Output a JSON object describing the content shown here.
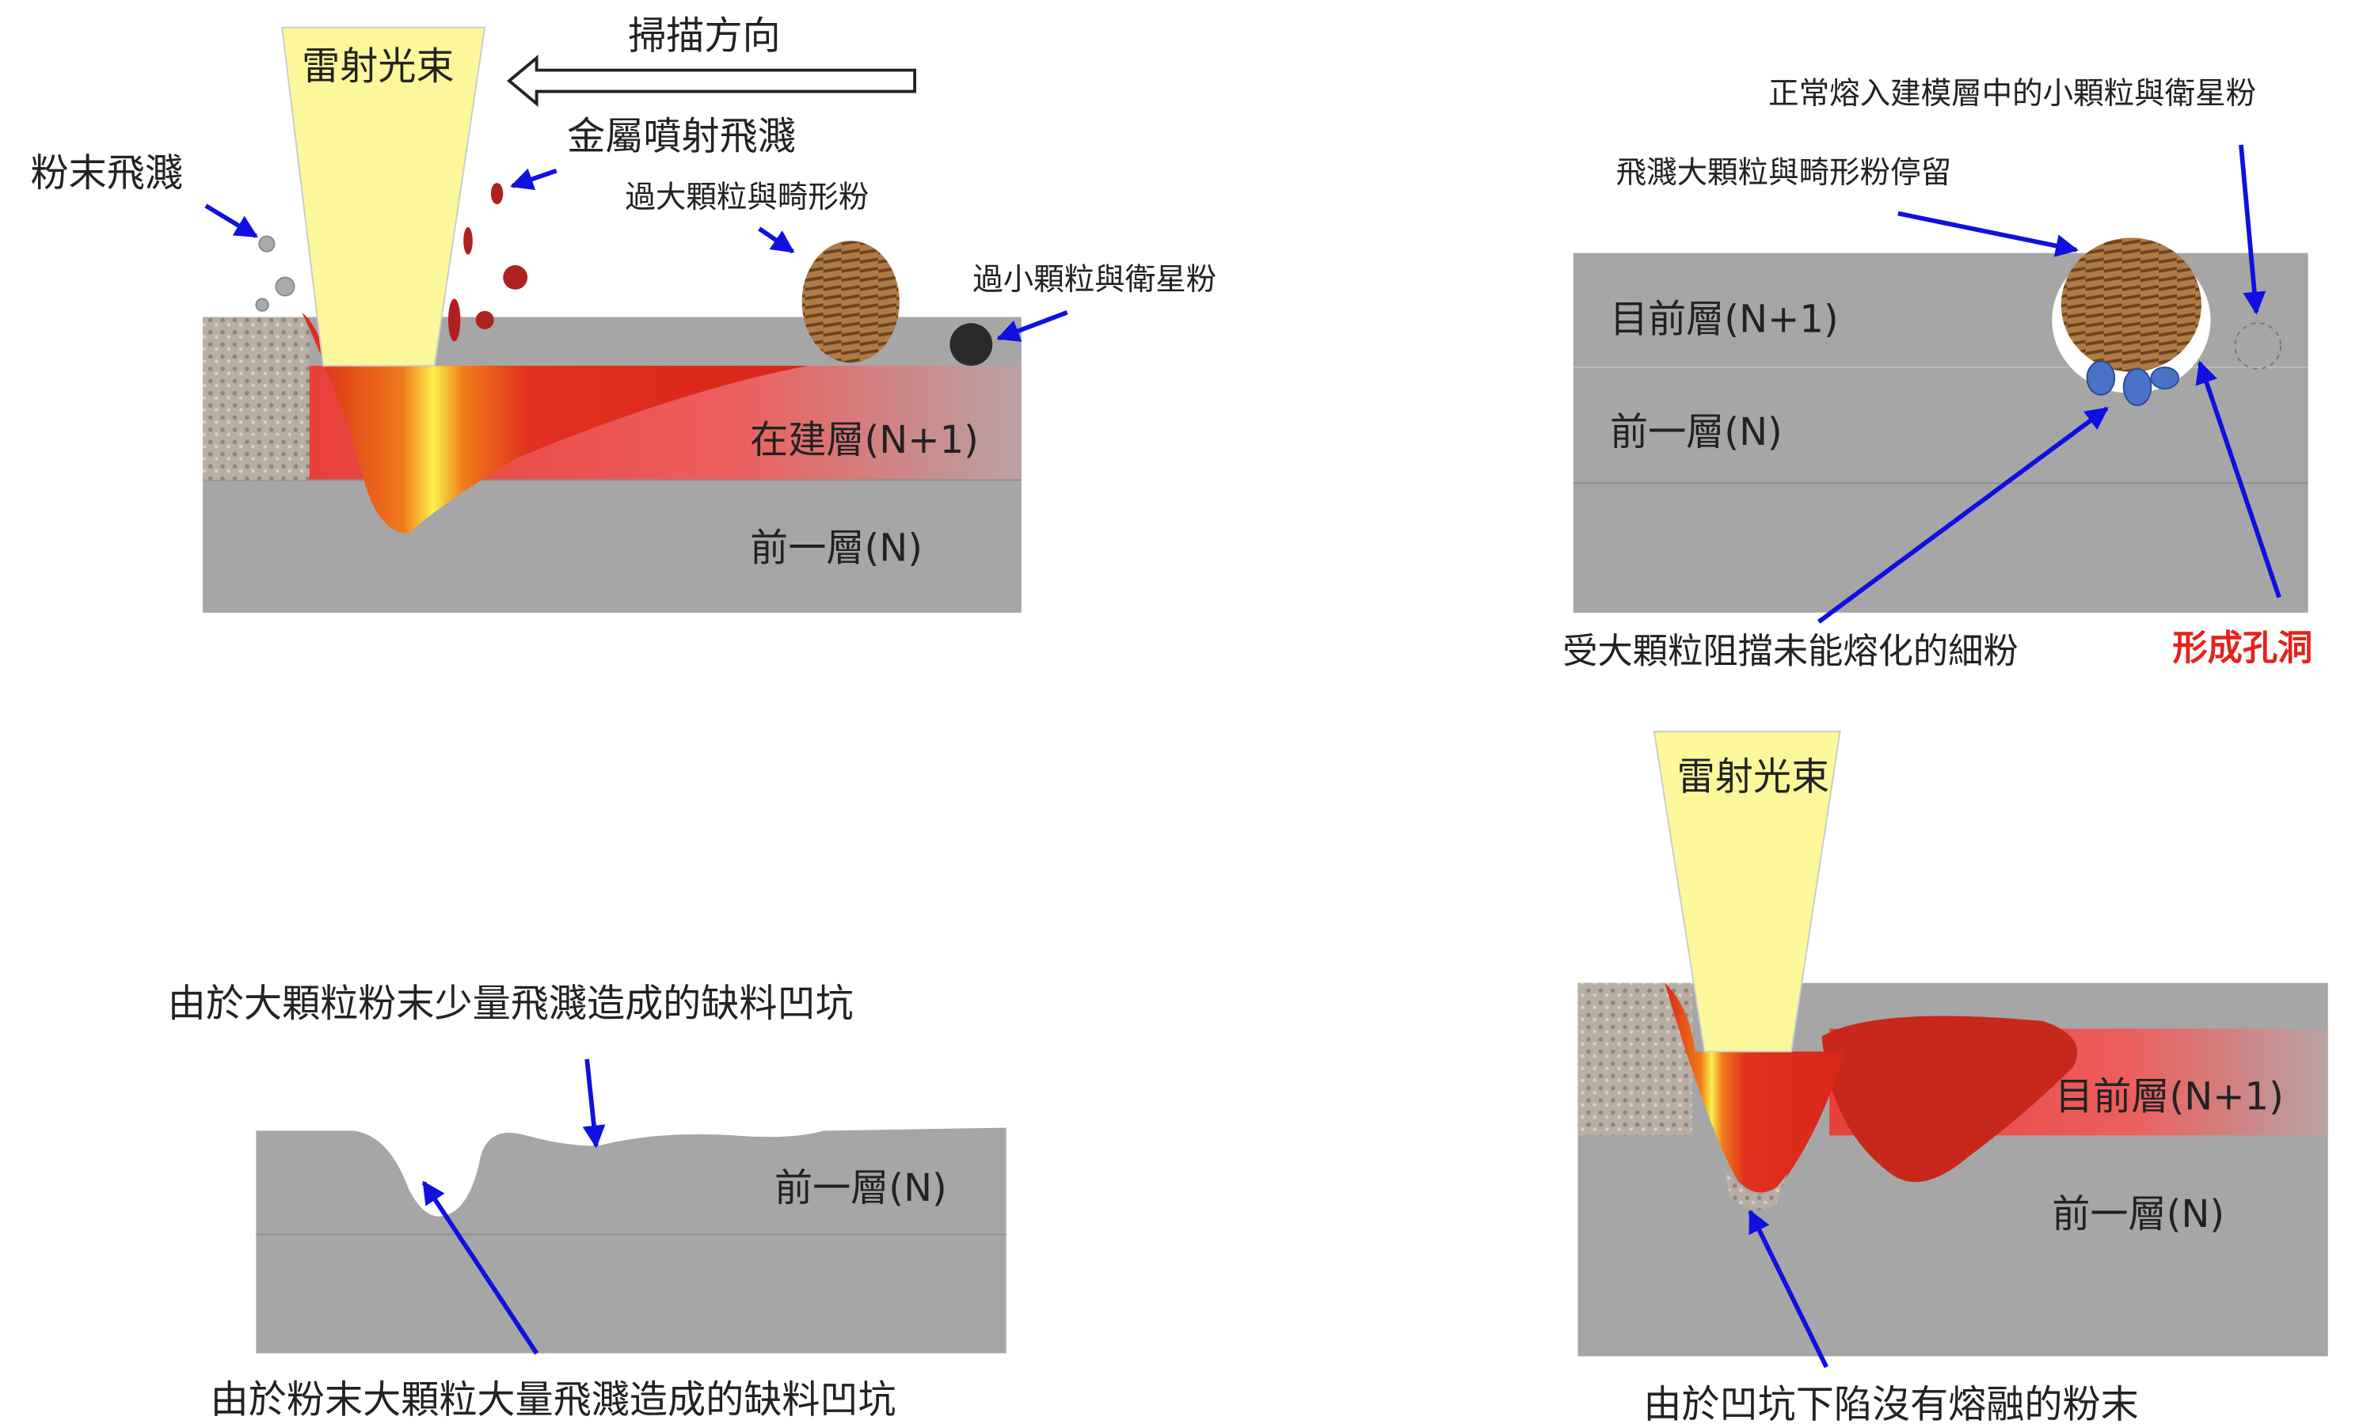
{
  "colors": {
    "gray": "#a6a6a6",
    "laser": "#fbf79a",
    "melt": "#e0301e",
    "arrow": "#1010e0",
    "hole_label": "#e5231b"
  },
  "panel1": {
    "laser_label": "雷射光束",
    "scan_label": "掃描方向",
    "metal_spatter": "金屬噴射飛濺",
    "powder_spatter": "粉末飛濺",
    "oversize": "過大顆粒與畸形粉",
    "undersize": "過小顆粒與衛星粉",
    "layer_current": "在建層(N+1)",
    "layer_prev": "前一層(N)"
  },
  "panel2": {
    "normal_melt": "正常熔入建模層中的小顆粒與衛星粉",
    "spatter_stay": "飛濺大顆粒與畸形粉停留",
    "layer_current": "目前層(N+1)",
    "layer_prev": "前一層(N)",
    "blocked": "受大顆粒阻擋未能熔化的細粉",
    "hole": "形成孔洞"
  },
  "panel3": {
    "small_pit": "由於大顆粒粉末少量飛濺造成的缺料凹坑",
    "layer_prev": "前一層(N)",
    "large_pit": "由於粉末大顆粒大量飛濺造成的缺料凹坑"
  },
  "panel4": {
    "laser_label": "雷射光束",
    "layer_current": "目前層(N+1)",
    "layer_prev": "前一層(N)",
    "unmelted": "由於凹坑下陷沒有熔融的粉末"
  }
}
